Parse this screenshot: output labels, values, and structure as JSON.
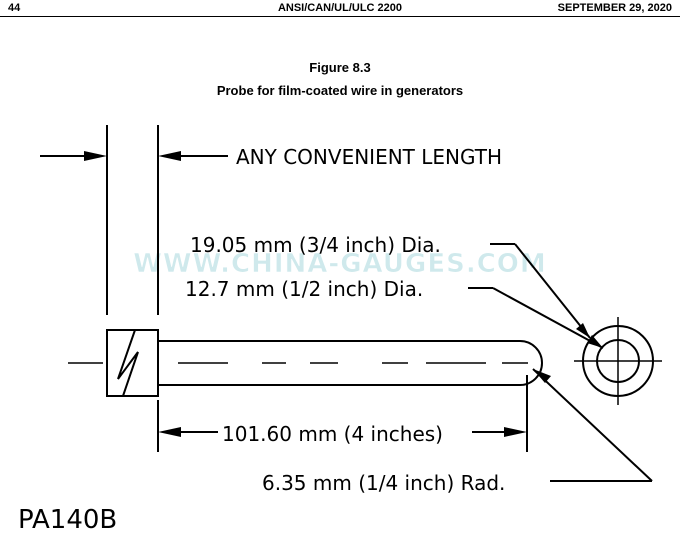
{
  "header": {
    "page_number": "44",
    "standard": "ANSI/CAN/UL/ULC 2200",
    "date": "SEPTEMBER 29, 2020"
  },
  "figure": {
    "number": "Figure 8.3",
    "title": "Probe for film-coated wire in generators"
  },
  "drawing": {
    "label_length": "ANY CONVENIENT LENGTH",
    "label_dia_outer": "19.05 mm (3/4 inch) Dia.",
    "label_dia_inner": "12.7 mm (1/2 inch) Dia.",
    "label_probe_length": "101.60 mm (4 inches)",
    "label_radius": "6.35 mm (1/4 inch) Rad.",
    "watermark": "WWW.CHINA-GAUGES.COM",
    "drawing_code": "PA140B"
  }
}
